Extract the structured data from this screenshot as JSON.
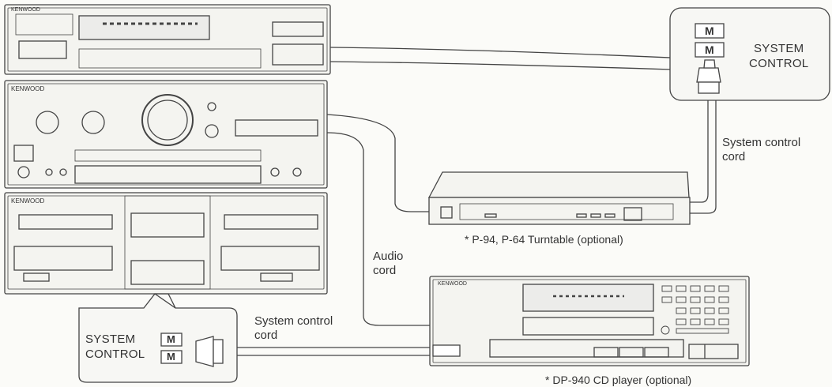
{
  "labels": {
    "system_control_top": [
      "SYSTEM",
      "CONTROL"
    ],
    "system_control_bottom": [
      "SYSTEM",
      "CONTROL"
    ],
    "system_control_cord_right": [
      "System control",
      "cord"
    ],
    "system_control_cord_bottom": [
      "System control",
      "cord"
    ],
    "audio_cord": [
      "Audio",
      "cord"
    ],
    "turntable_caption": "* P-94, P-64 Turntable (optional)",
    "cd_caption": "* DP-940 CD player (optional)",
    "kenwood_logo": "KENWOOD",
    "jack_mark": "M"
  },
  "colors": {
    "line": "#444444",
    "panel": "#f4f4f0",
    "text": "#333333"
  }
}
